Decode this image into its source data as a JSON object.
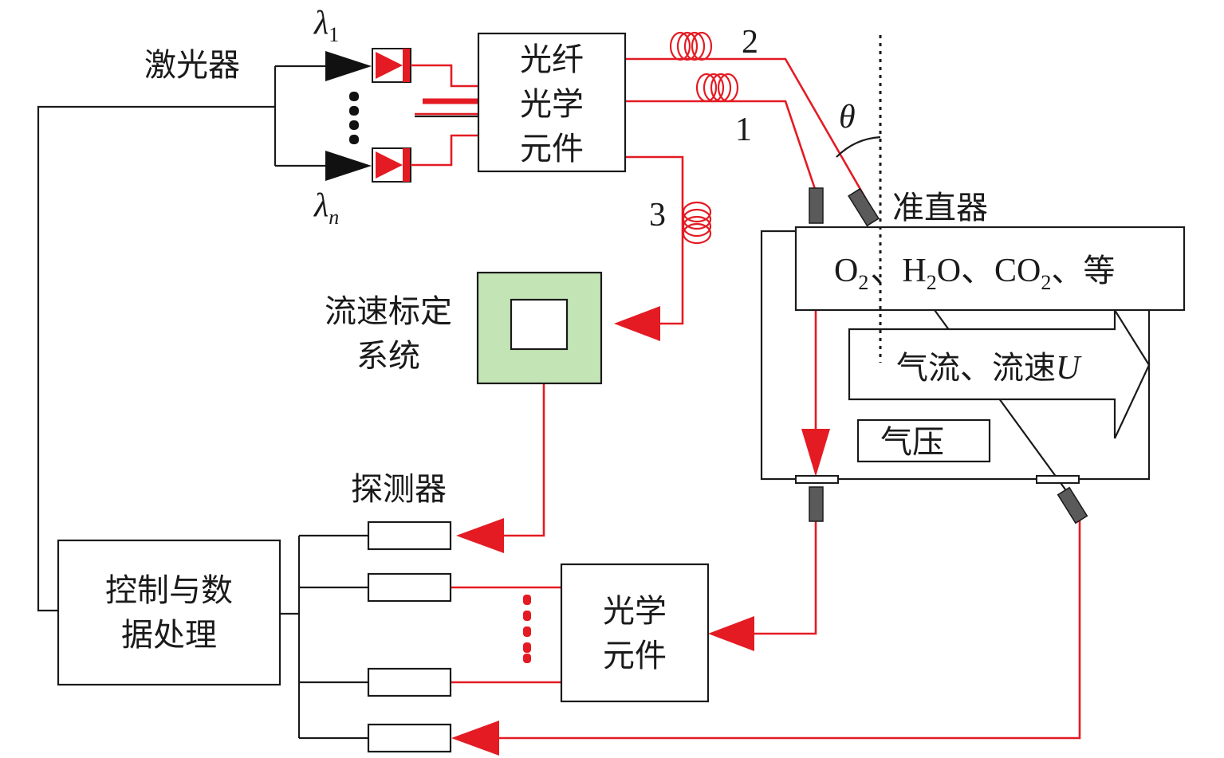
{
  "labels": {
    "laser": "激光器",
    "lambda_1_symbol": "λ",
    "lambda_1_sub": "1",
    "lambda_n_symbol": "λ",
    "lambda_n_sub": "n",
    "fiber_optics": [
      "光纤",
      "光学",
      "元件"
    ],
    "path_2": "2",
    "path_1": "1",
    "path_3": "3",
    "theta": "θ",
    "collimator": "准直器",
    "gas_species": {
      "o": "O",
      "o_sub": "2",
      "sep1": "、",
      "h": "H",
      "h_sub": "2",
      "ho": "O、CO",
      "co_sub": "2",
      "tail": "、等"
    },
    "flow": "气流、流速",
    "flow_u": "U",
    "pressure": "气压",
    "calibration": [
      "流速标定",
      "系统"
    ],
    "detector": "探测器",
    "control": [
      "控制与数",
      "据处理"
    ],
    "optics": [
      "光学",
      "元件"
    ]
  },
  "colors": {
    "beam": "#e41b23",
    "line": "#1a1a1a",
    "calibration_fill": "#c3e5b5",
    "collimator_fill": "#5a5a5a"
  }
}
